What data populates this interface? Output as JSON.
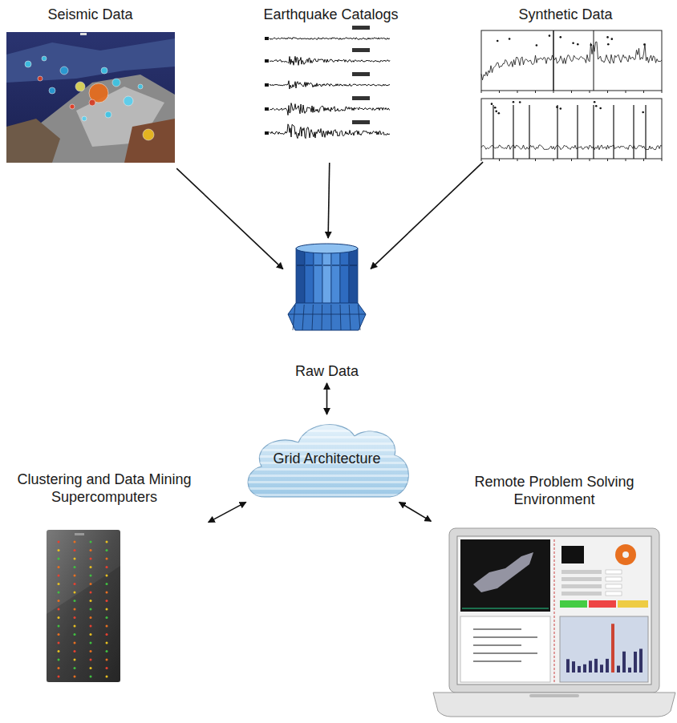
{
  "diagram": {
    "nodes": [
      {
        "text": [
          "Seismic Data"
        ]
      },
      {
        "text": [
          "Earthquake Catalogs"
        ]
      },
      {
        "text": [
          "Synthetic Data"
        ]
      },
      {
        "text": [
          "Raw Data"
        ]
      },
      {
        "text": [
          "Grid Architecture"
        ]
      },
      {
        "text": [
          "Clustering and Data Mining Supercomputers"
        ]
      },
      {
        "text": [
          "Remote Problem Solving Environment"
        ]
      }
    ],
    "edges": [
      {
        "from": 0,
        "to": 3,
        "arrow": "to"
      },
      {
        "from": 1,
        "to": 3,
        "arrow": "to"
      },
      {
        "from": 2,
        "to": 3,
        "arrow": "to"
      },
      {
        "from": 3,
        "to": 4,
        "arrow": "both"
      },
      {
        "from": 4,
        "to": 5,
        "arrow": "both"
      },
      {
        "from": 4,
        "to": 6,
        "arrow": "both"
      }
    ]
  }
}
